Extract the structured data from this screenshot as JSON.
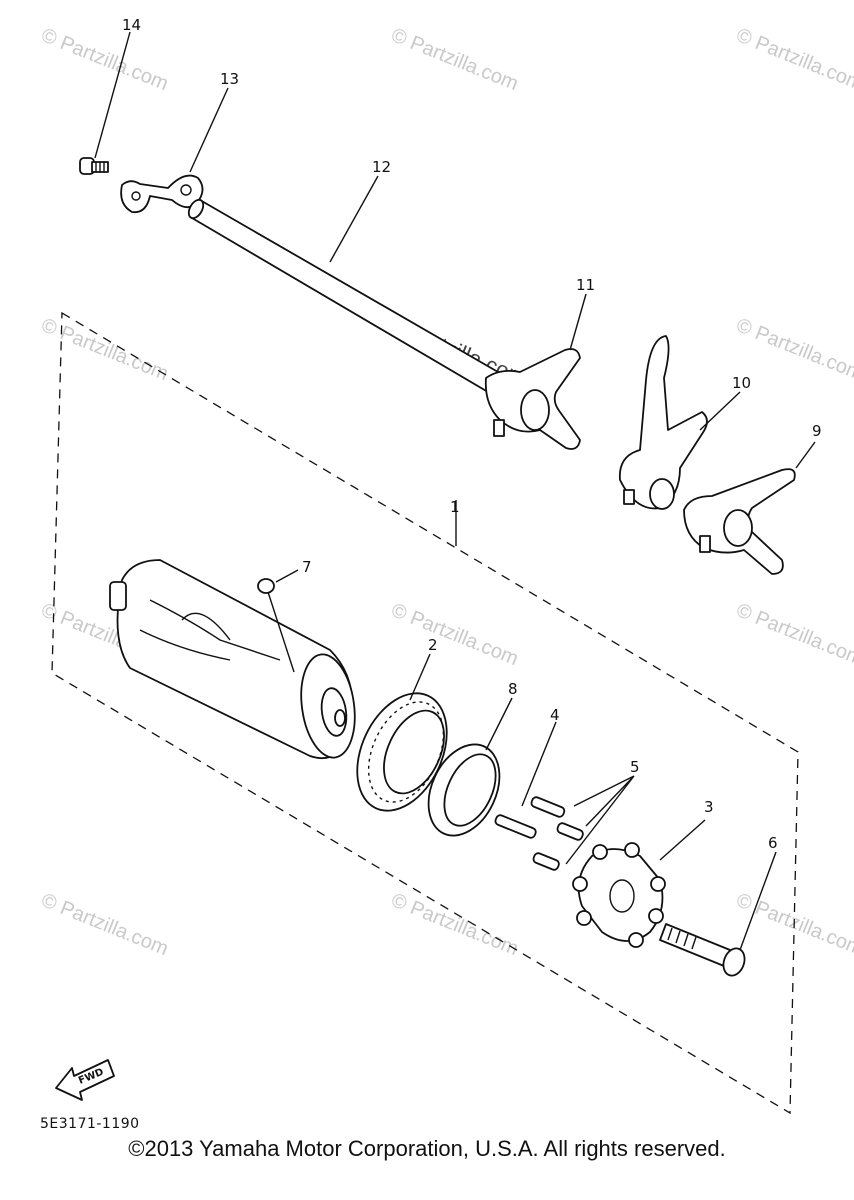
{
  "watermark_text": "© Partzilla.com",
  "watermark_center": "© Partzilla.com",
  "diagram_code": "5E3171-1190",
  "fwd_label": "FWD",
  "copyright": "©2013 Yamaha Motor Corporation, U.S.A. All rights reserved.",
  "callouts": [
    "1",
    "2",
    "3",
    "4",
    "5",
    "6",
    "7",
    "8",
    "9",
    "10",
    "11",
    "12",
    "13",
    "14"
  ]
}
